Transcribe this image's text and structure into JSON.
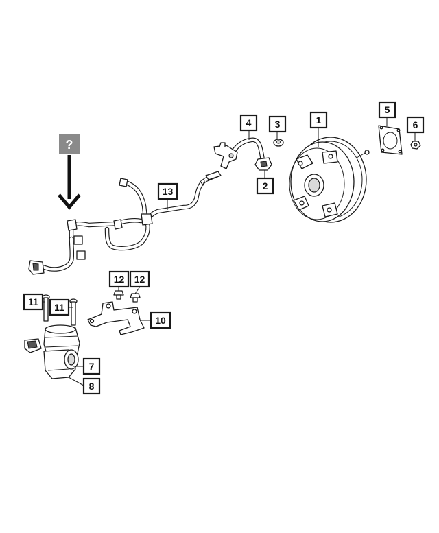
{
  "callouts": {
    "c1": "1",
    "c2": "2",
    "c3": "3",
    "c4": "4",
    "c5": "5",
    "c6": "6",
    "c7": "7",
    "c8": "8",
    "c10": "10",
    "c11a": "11",
    "c11b": "11",
    "c12a": "12",
    "c12b": "12",
    "c13": "13"
  },
  "unknown_marker": {
    "label": "?",
    "fill": "#8a8a8a",
    "text_color": "#ffffff"
  },
  "colors": {
    "line": "#1a1a1a",
    "shade": "#d9d9d9"
  }
}
